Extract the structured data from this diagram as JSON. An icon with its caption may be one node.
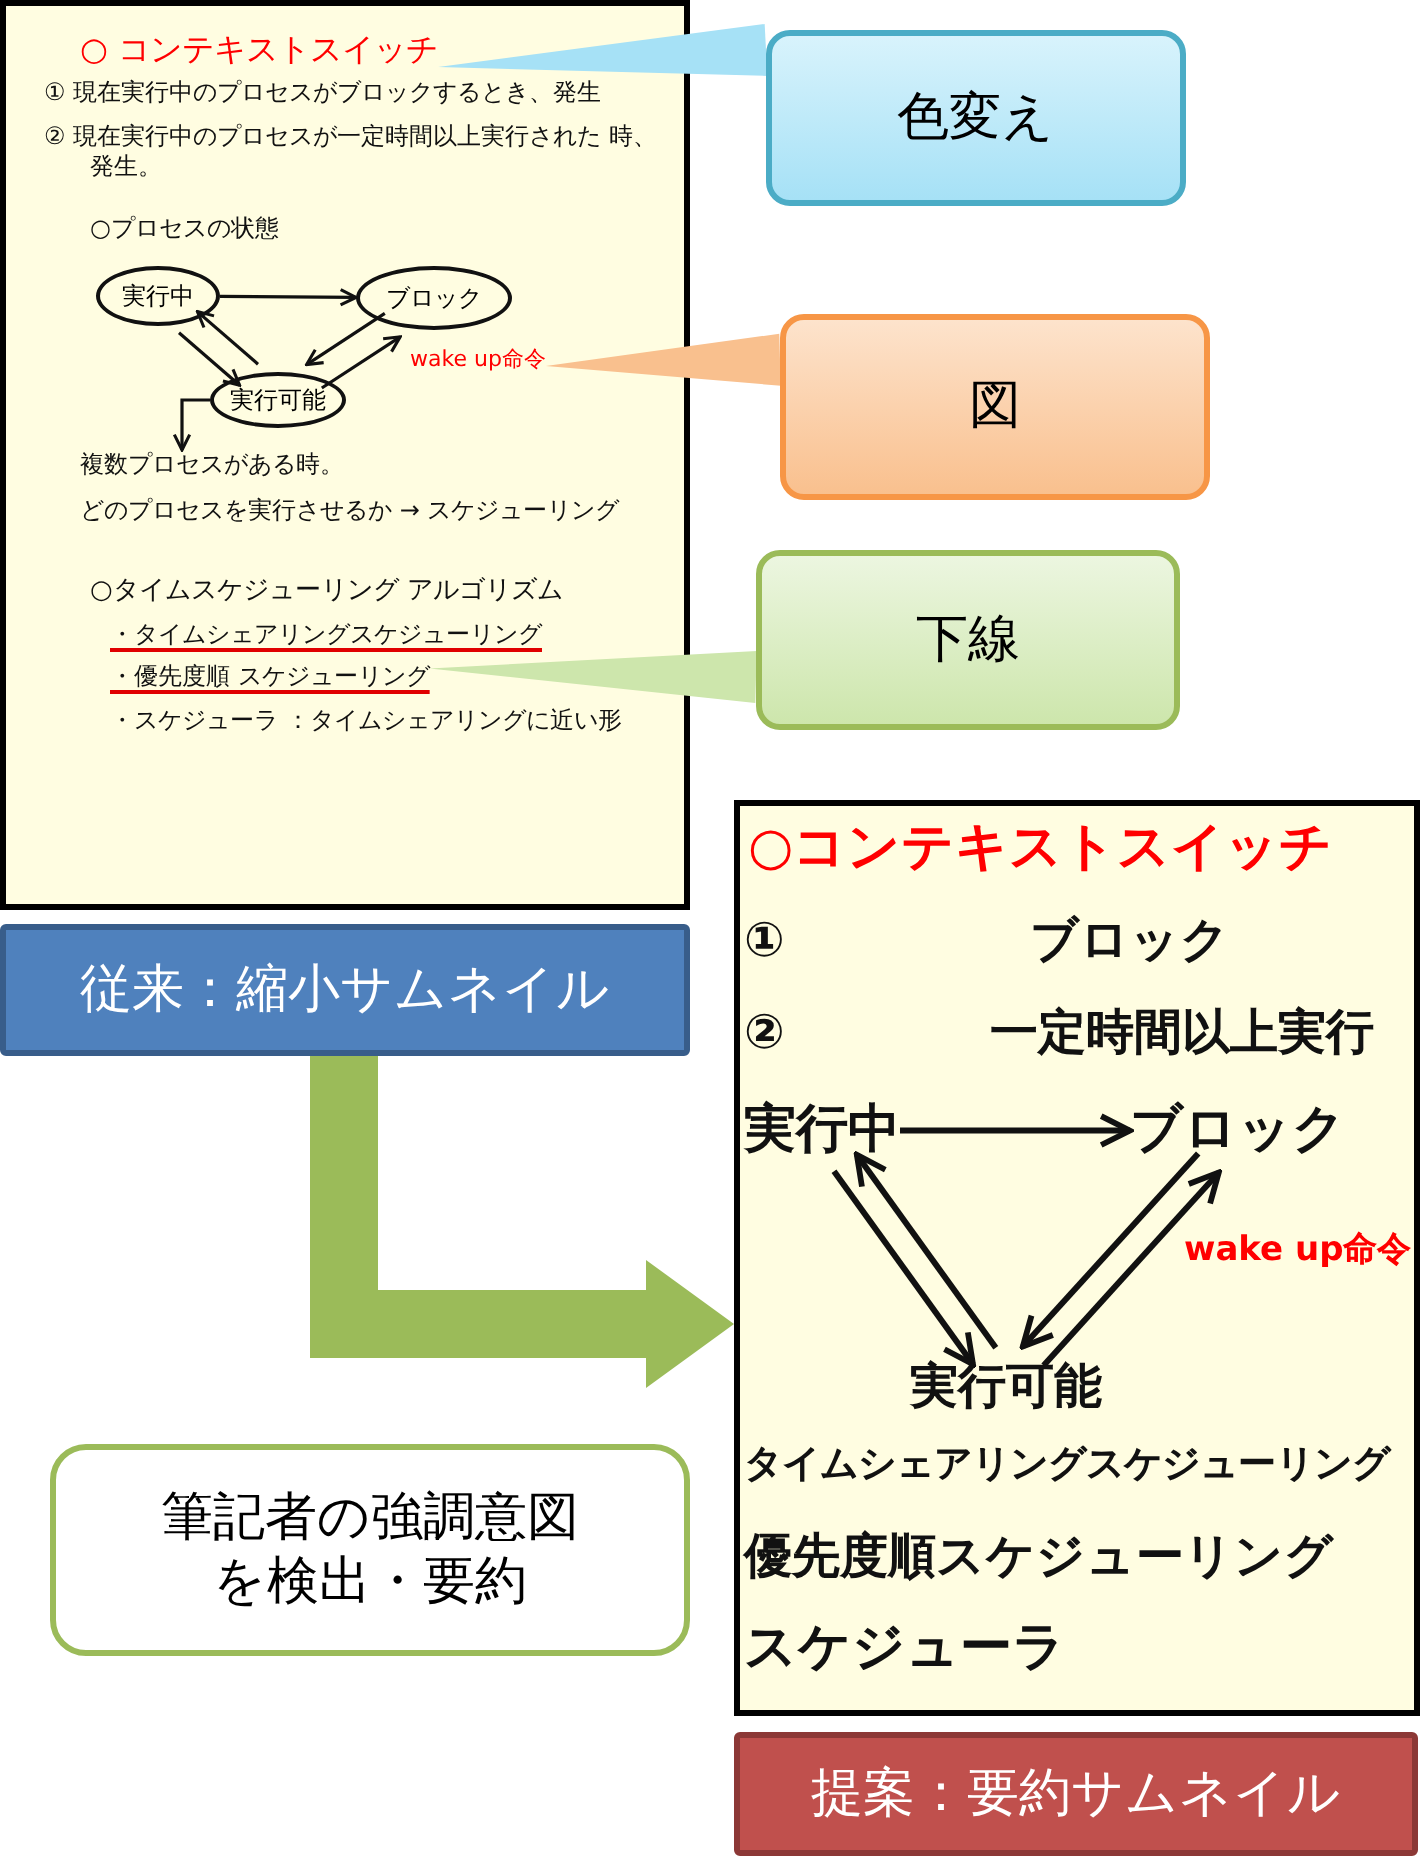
{
  "diagram": {
    "nodes": [
      {
        "text": [],
        "shape": "box"
      },
      {
        "text": [
          "○ コンテキストスイッチ"
        ],
        "in": 0
      },
      {
        "text": [
          "① 現在実行中のプロセスがブロックするとき、発生"
        ],
        "in": 0
      },
      {
        "text": [
          "② 現在実行中のプロセスが一定時間以上実行された 時、発生。"
        ],
        "in": 0
      },
      {
        "text": [
          "○プロセスの状態"
        ],
        "in": 0
      },
      {
        "text": [
          "実行中"
        ],
        "in": 0
      },
      {
        "text": [
          "ブロック"
        ],
        "in": 0
      },
      {
        "text": [
          "wake up命令"
        ],
        "in": 0
      },
      {
        "text": [
          "実行可能"
        ],
        "in": 0
      },
      {
        "text": [
          "複数プロセスがある時。"
        ],
        "in": 0
      },
      {
        "text": [
          "どのプロセスを実行させるか → スケジューリング"
        ],
        "in": 0
      },
      {
        "text": [
          "○タイムスケジューリング アルゴリズム"
        ],
        "in": 0
      },
      {
        "text": [
          "・タイムシェアリングスケジューリング"
        ],
        "in": 0
      },
      {
        "text": [
          "・優先度順 スケジューリング"
        ],
        "in": 0
      },
      {
        "text": [
          "・スケジューラ ：タイムシェアリングに近い形"
        ],
        "in": 0
      },
      {
        "text": [
          "色変え"
        ]
      },
      {
        "text": [
          "図"
        ]
      },
      {
        "text": [
          "下線"
        ]
      },
      {
        "text": [
          "従来：縮小サムネイル"
        ]
      },
      {
        "text": [
          "筆記者の強調意図を検出・要約"
        ]
      },
      {
        "text": [],
        "shape": "box"
      },
      {
        "text": [
          "○コンテキストスイッチ"
        ],
        "in": 20
      },
      {
        "text": [
          "①"
        ],
        "in": 20
      },
      {
        "text": [
          "ブロック"
        ],
        "in": 20
      },
      {
        "text": [
          "②"
        ],
        "in": 20
      },
      {
        "text": [
          "一定時間以上実行"
        ],
        "in": 20
      },
      {
        "text": [
          "実行中"
        ],
        "in": 20
      },
      {
        "text": [
          "ブロック"
        ],
        "in": 20
      },
      {
        "text": [
          "wake up命令"
        ],
        "in": 20
      },
      {
        "text": [
          "実行可能"
        ],
        "in": 20
      },
      {
        "text": [
          "タイムシェアリングスケジューリング"
        ],
        "in": 20
      },
      {
        "text": [
          "優先度順スケジューリング"
        ],
        "in": 20
      },
      {
        "text": [
          "スケジューラ"
        ],
        "in": 20
      },
      {
        "text": [
          "提案：要約サムネイル"
        ]
      }
    ],
    "edges": [
      {
        "from": 5,
        "to": 6,
        "arrow": "to"
      },
      {
        "from": 5,
        "to": 8,
        "arrow": "to"
      },
      {
        "from": 8,
        "to": 5,
        "arrow": "to"
      },
      {
        "from": 8,
        "to": 6,
        "arrow": "to"
      },
      {
        "from": 6,
        "to": 8,
        "arrow": "to"
      },
      {
        "from": 8,
        "to": 9,
        "arrow": "to"
      },
      {
        "from": 15,
        "to": 1,
        "arrow": "none"
      },
      {
        "from": 16,
        "to": 7,
        "arrow": "none"
      },
      {
        "from": 17,
        "to": 13,
        "arrow": "none"
      },
      {
        "from": 18,
        "to": 20,
        "arrow": "to",
        "style": "thick",
        "color": "#9bbb59"
      },
      {
        "from": 26,
        "to": 27,
        "arrow": "to"
      },
      {
        "from": 26,
        "to": 29,
        "arrow": "to"
      },
      {
        "from": 29,
        "to": 26,
        "arrow": "to"
      },
      {
        "from": 29,
        "to": 27,
        "arrow": "to"
      },
      {
        "from": 27,
        "to": 29,
        "arrow": "to"
      }
    ]
  }
}
